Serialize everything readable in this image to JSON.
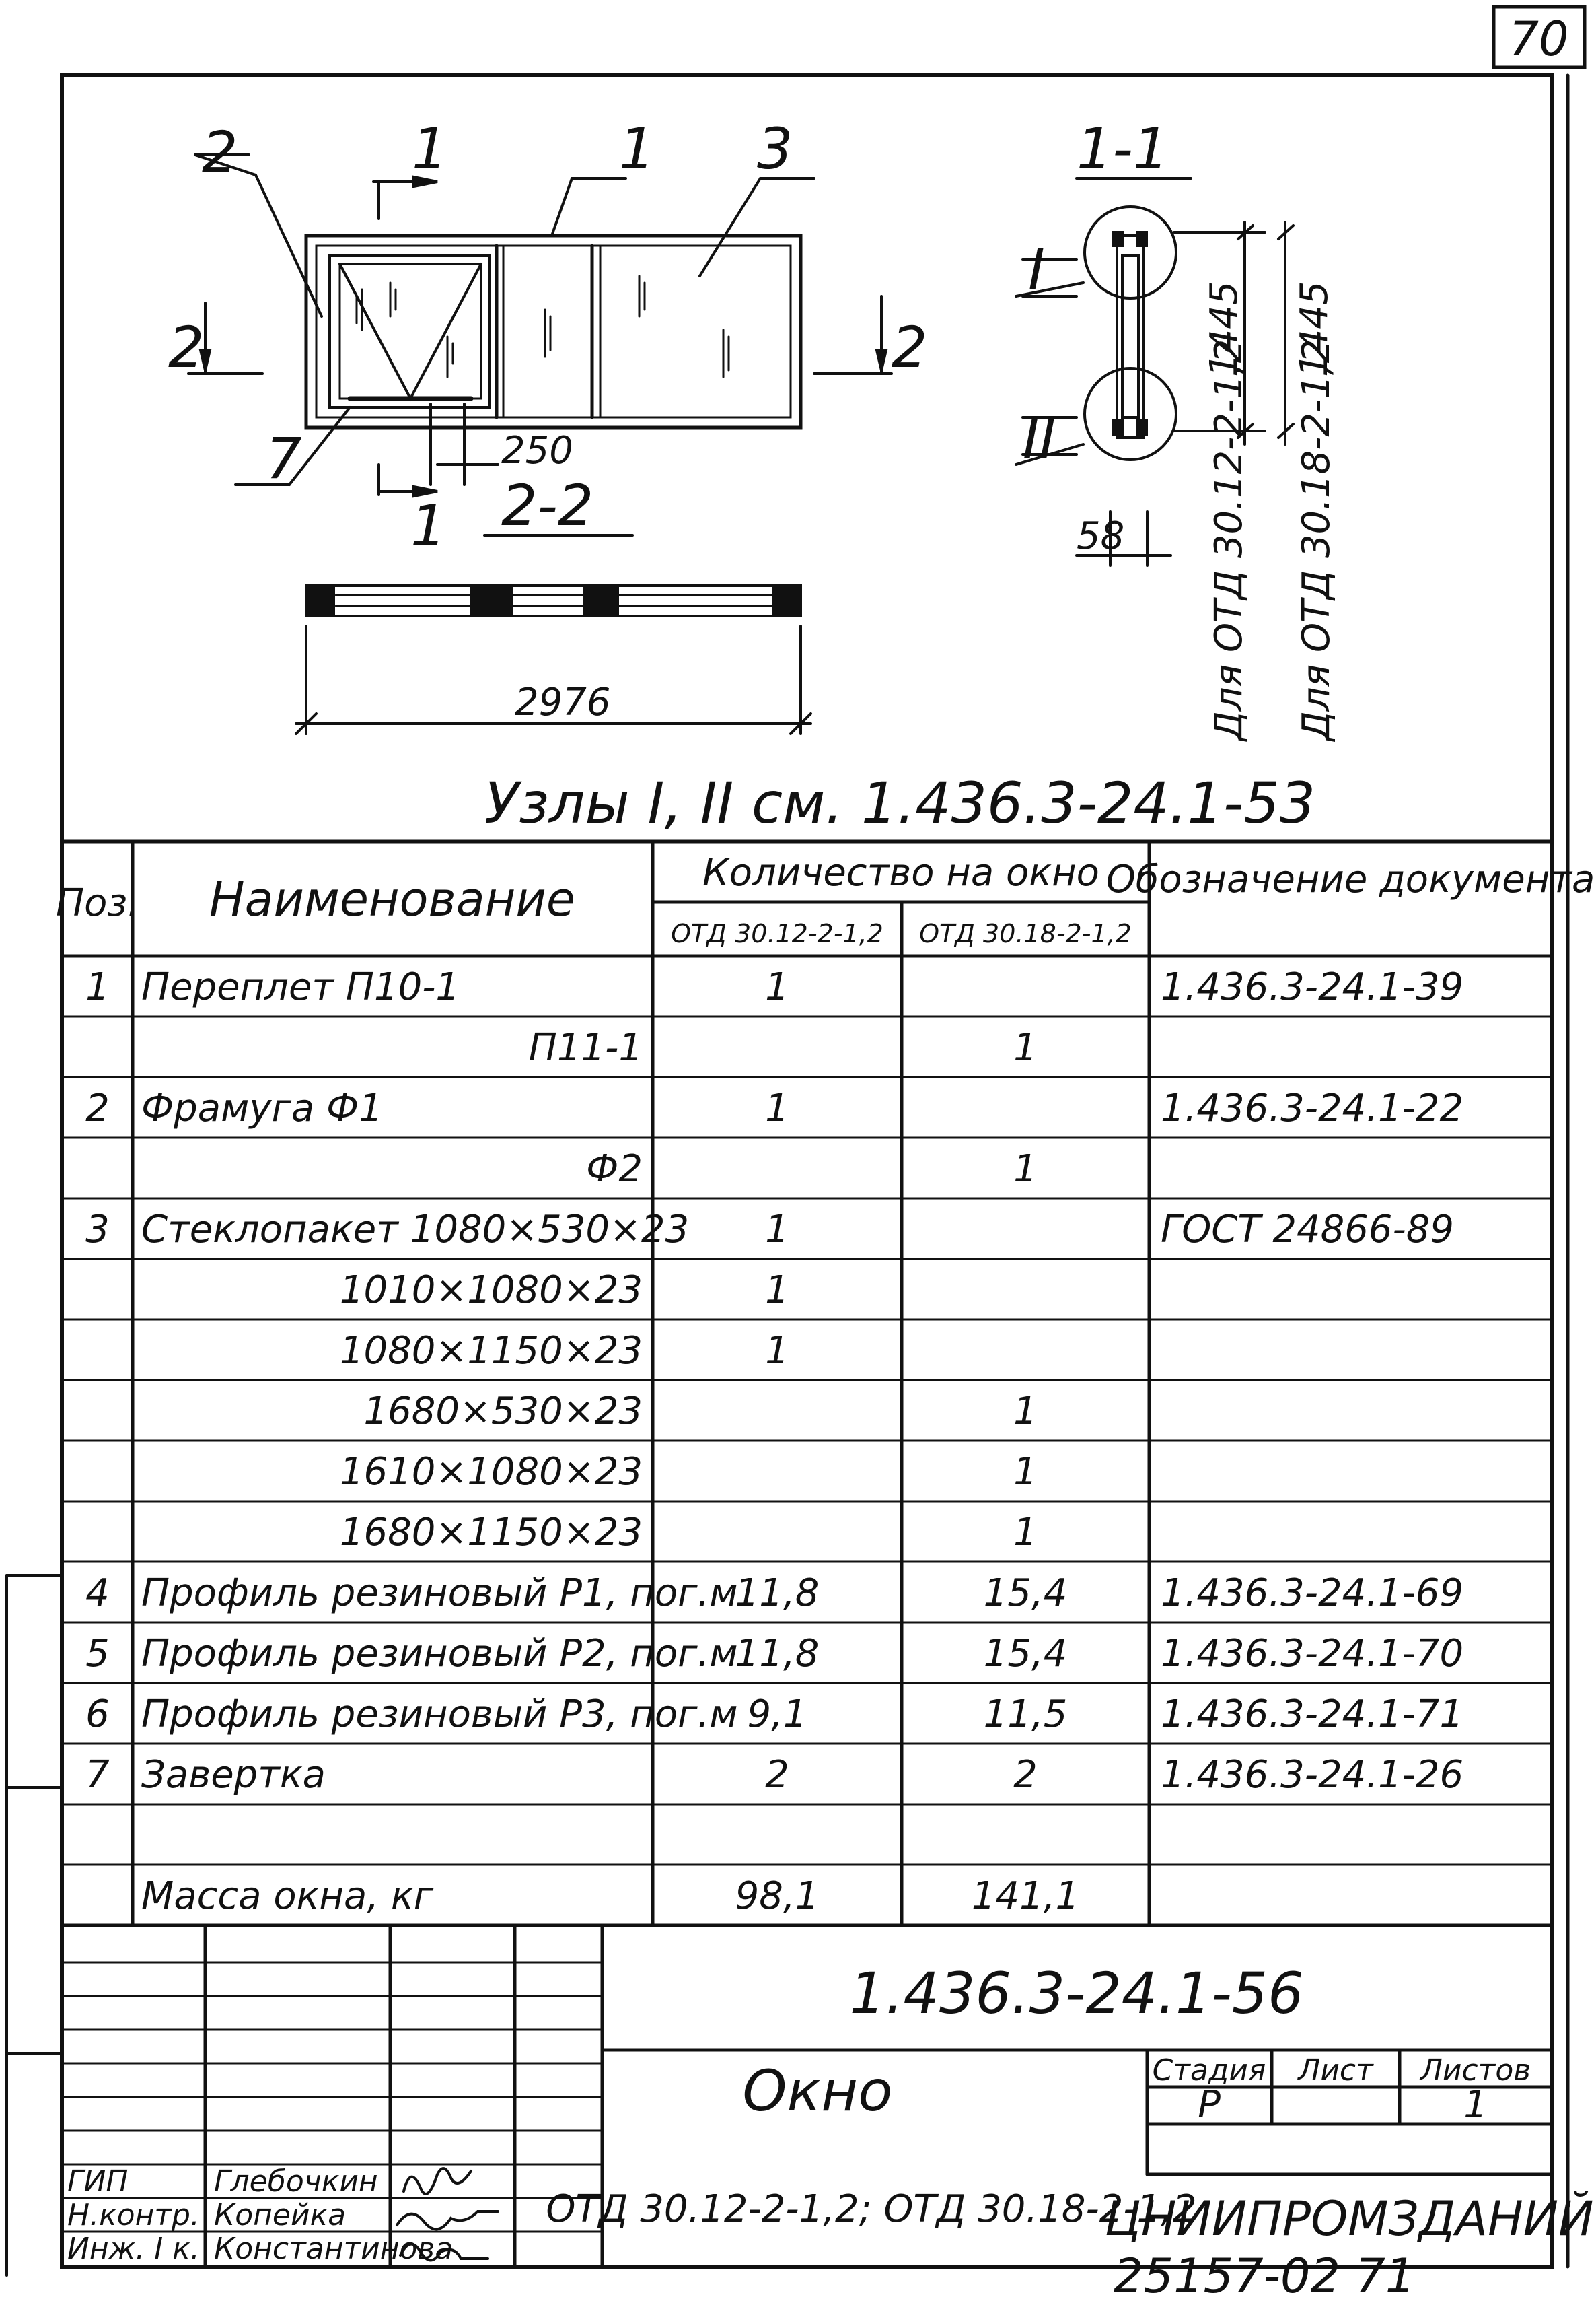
{
  "sheet_number": "70",
  "drawing": {
    "callouts": {
      "c2": "2",
      "c1a": "1",
      "c1b": "1",
      "c3": "3",
      "c7": "7",
      "c1c": "1"
    },
    "dim_250": "250",
    "section_2_2": "2-2",
    "section_side_left": "2",
    "section_side_right": "2",
    "dim_2976": "2976",
    "section_1_1": "1-1",
    "node_I": "I",
    "node_II": "II",
    "dim_1445a": "1445",
    "dim_1445b": "1445",
    "dim_58": "58",
    "vert_label_1": "Для ОТД 30.12-2-1,2",
    "vert_label_2": "Для ОТД 30.18-2-1,2",
    "nodes_note": "Узлы I, II см. 1.436.3-24.1-53"
  },
  "spec_table": {
    "headers": {
      "pos": "Поз.",
      "name": "Наименование",
      "qty": "Количество на окно",
      "qty_a": "ОТД 30.12-2-1,2",
      "qty_b": "ОТД 30.18-2-1,2",
      "doc": "Обозначение документа"
    },
    "rows": [
      {
        "pos": "1",
        "name": "Переплет  П10-1",
        "a": "1",
        "b": "",
        "doc": "1.436.3-24.1-39"
      },
      {
        "pos": "",
        "name": "П11-1",
        "a": "",
        "b": "1",
        "doc": ""
      },
      {
        "pos": "2",
        "name": "Фрамуга  Ф1",
        "a": "1",
        "b": "",
        "doc": "1.436.3-24.1-22"
      },
      {
        "pos": "",
        "name": "Ф2",
        "a": "",
        "b": "1",
        "doc": ""
      },
      {
        "pos": "3",
        "name": "Стеклопакет 1080×530×23",
        "a": "1",
        "b": "",
        "doc": "ГОСТ 24866-89"
      },
      {
        "pos": "",
        "name": "1010×1080×23",
        "a": "1",
        "b": "",
        "doc": ""
      },
      {
        "pos": "",
        "name": "1080×1150×23",
        "a": "1",
        "b": "",
        "doc": ""
      },
      {
        "pos": "",
        "name": "1680×530×23",
        "a": "",
        "b": "1",
        "doc": ""
      },
      {
        "pos": "",
        "name": "1610×1080×23",
        "a": "",
        "b": "1",
        "doc": ""
      },
      {
        "pos": "",
        "name": "1680×1150×23",
        "a": "",
        "b": "1",
        "doc": ""
      },
      {
        "pos": "4",
        "name": "Профиль резиновый Р1, пог.м",
        "a": "11,8",
        "b": "15,4",
        "doc": "1.436.3-24.1-69"
      },
      {
        "pos": "5",
        "name": "Профиль резиновый Р2, пог.м",
        "a": "11,8",
        "b": "15,4",
        "doc": "1.436.3-24.1-70"
      },
      {
        "pos": "6",
        "name": "Профиль резиновый Р3, пог.м",
        "a": "9,1",
        "b": "11,5",
        "doc": "1.436.3-24.1-71"
      },
      {
        "pos": "7",
        "name": "Завертка",
        "a": "2",
        "b": "2",
        "doc": "1.436.3-24.1-26"
      },
      {
        "pos": "",
        "name": "",
        "a": "",
        "b": "",
        "doc": ""
      },
      {
        "pos": "",
        "name": "Масса  окна,  кг",
        "a": "98,1",
        "b": "141,1",
        "doc": ""
      }
    ]
  },
  "title_block": {
    "designation": "1.436.3-24.1-56",
    "title": "Окно",
    "subtitle": "ОТД 30.12-2-1,2; ОТД 30.18-2-1,2",
    "stage_label": "Стадия",
    "sheet_label": "Лист",
    "sheets_label": "Листов",
    "stage": "Р",
    "sheet": "",
    "sheets": "1",
    "org": "ЦНИИПРОМЗДАНИЙ",
    "signers": [
      {
        "role": "ГИП",
        "name": "Глебочкин",
        "sign": ""
      },
      {
        "role": "Н.контр.",
        "name": "Копейка",
        "sign": ""
      },
      {
        "role": "Инж. I к.",
        "name": "Константинова",
        "sign": ""
      }
    ]
  },
  "footer_code": "25157-02   71"
}
